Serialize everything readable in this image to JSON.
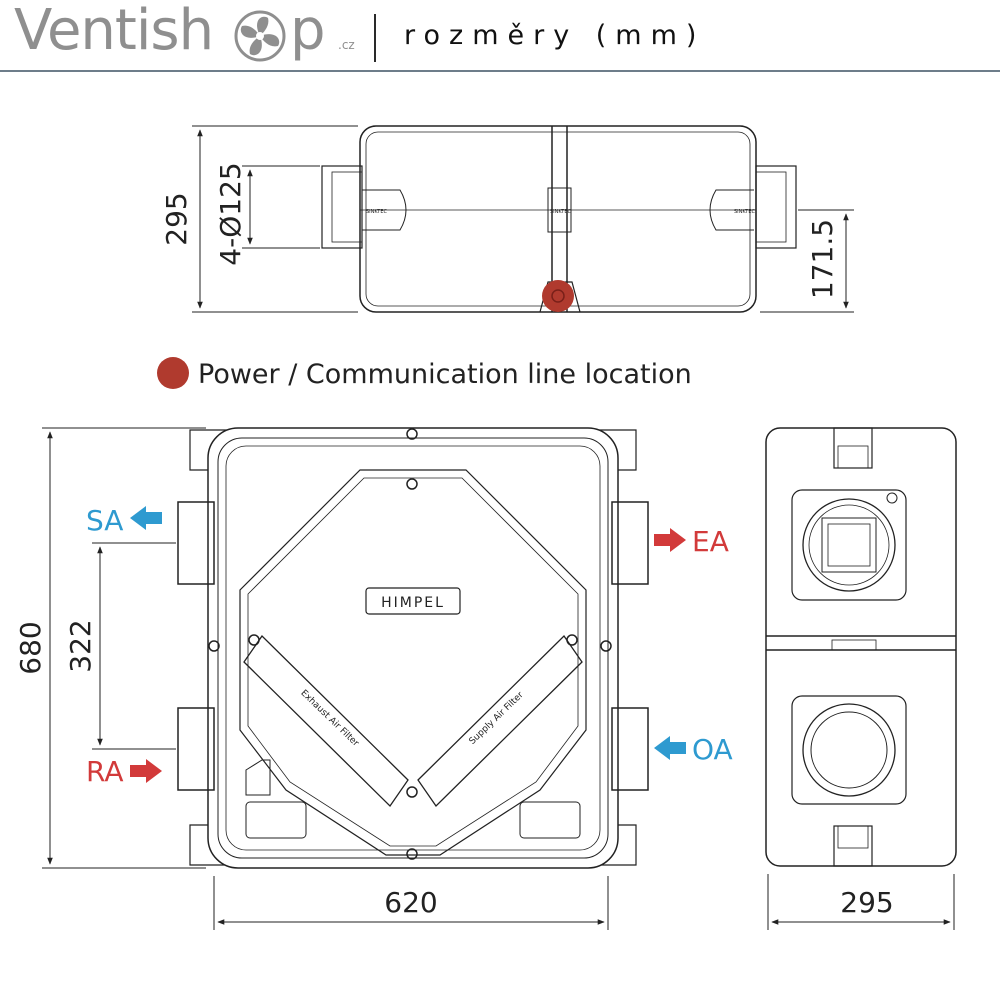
{
  "header": {
    "brand_text": "Ventish",
    "brand_tail": "p",
    "brand_tld": ".cz",
    "title": "rozměry (mm)"
  },
  "legend": {
    "text": "Power / Communication line location",
    "color": "#b03a2e"
  },
  "top_view": {
    "dims": {
      "height": "295",
      "ducts": "4-Ø125",
      "offset": "171.5"
    },
    "label_small": "SINKTEC"
  },
  "front_view": {
    "dims": {
      "height": "680",
      "spacing": "322",
      "width": "620"
    },
    "ports": {
      "sa": {
        "label": "SA",
        "color": "#2e9ad0"
      },
      "ea": {
        "label": "EA",
        "color": "#d23a3a"
      },
      "ra": {
        "label": "RA",
        "color": "#d23a3a"
      },
      "oa": {
        "label": "OA",
        "color": "#2e9ad0"
      }
    },
    "logo": "HIMPEL",
    "filter_left": "Exhaust Air Filter",
    "filter_right": "Supply Air Filter"
  },
  "side_view": {
    "dims": {
      "depth": "295"
    }
  }
}
